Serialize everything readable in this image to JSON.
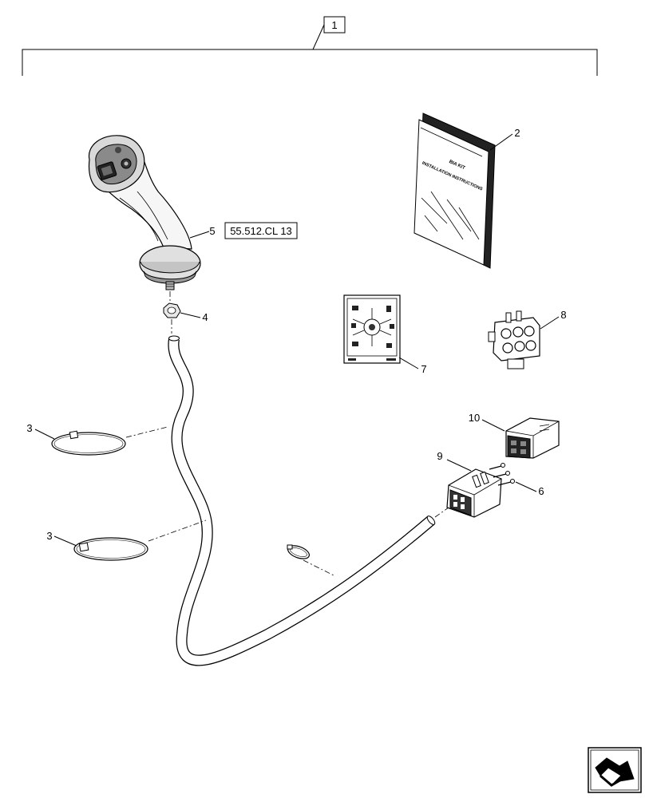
{
  "assembly": {
    "number": "1"
  },
  "parts": [
    {
      "id": "handle",
      "number": "5",
      "ref": "55.512.CL 13"
    },
    {
      "id": "manual",
      "number": "2",
      "title_line1": "BIA KIT",
      "title_line2": "INSTALLATION INSTRUCTIONS"
    },
    {
      "id": "nut",
      "number": "4"
    },
    {
      "id": "decal",
      "number": "7"
    },
    {
      "id": "connector-8",
      "number": "8"
    },
    {
      "id": "tie-upper",
      "number": "3"
    },
    {
      "id": "tie-lower",
      "number": "3"
    },
    {
      "id": "connector-10",
      "number": "10"
    },
    {
      "id": "connector-9",
      "number": "9"
    },
    {
      "id": "terminal",
      "number": "6"
    }
  ],
  "nav_icon": "arrow-navigation-icon"
}
